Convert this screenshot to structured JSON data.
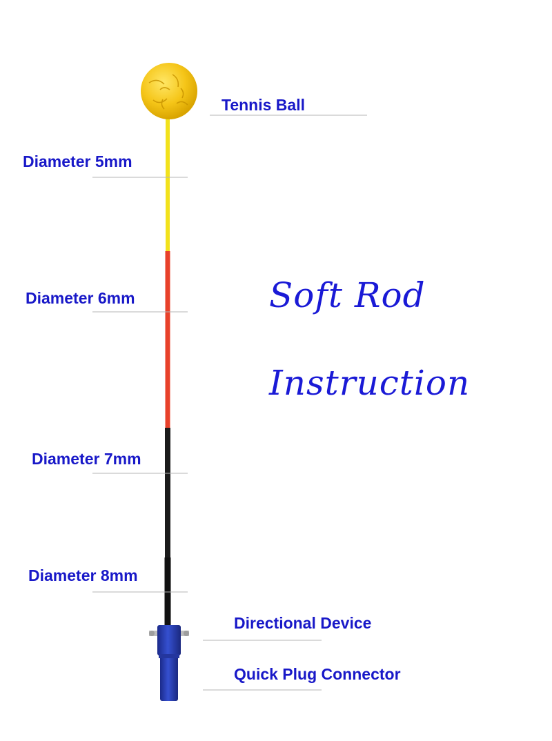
{
  "title": {
    "line1": "Soft Rod",
    "line2": "Instruction"
  },
  "labels": {
    "tennis_ball": "Tennis Ball",
    "diameter_5mm": "Diameter 5mm",
    "diameter_6mm": "Diameter 6mm",
    "diameter_7mm": "Diameter 7mm",
    "diameter_8mm": "Diameter 8mm",
    "directional_device": "Directional Device",
    "quick_plug_connector": "Quick Plug Connector"
  },
  "colors": {
    "label_text": "#1818c8",
    "title_text": "#1a1ad6",
    "ball": "#f5c518",
    "rod_section_5mm": "#f2e21c",
    "rod_section_6mm": "#e8412a",
    "rod_section_7mm": "#1b1b1b",
    "rod_section_8mm": "#111111",
    "connector": "#2a3fb8",
    "leader_line": "#b5b5b5"
  }
}
